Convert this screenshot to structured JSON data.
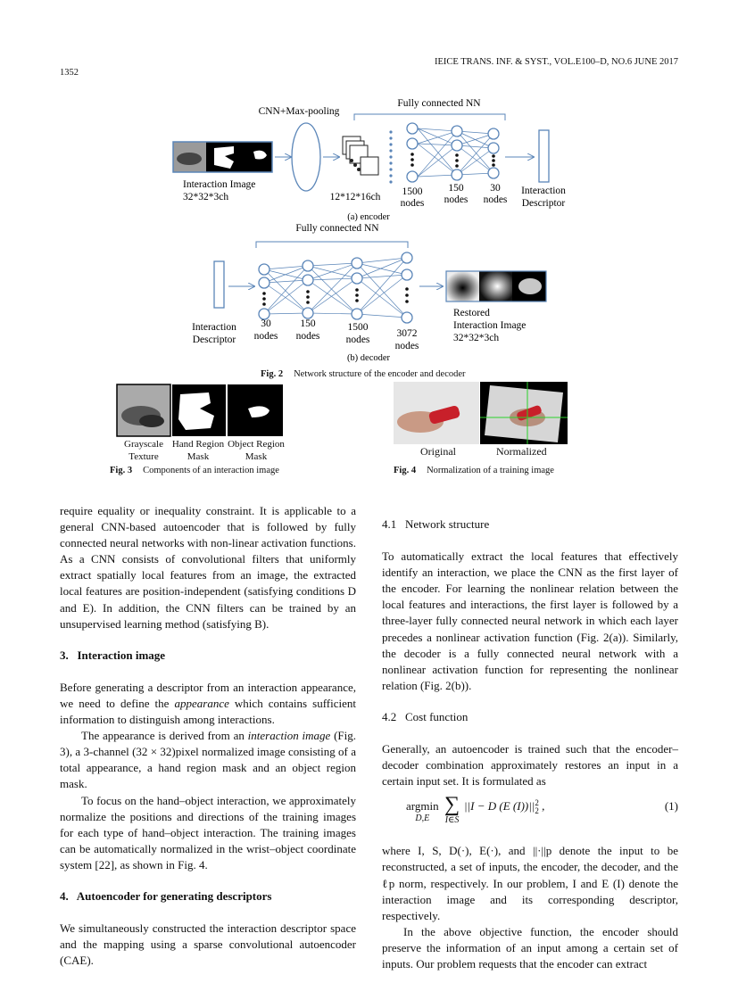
{
  "header": {
    "page_number": "1352",
    "journal": "IEICE TRANS. INF. & SYST., VOL.E100–D, NO.6 JUNE 2017"
  },
  "fig2": {
    "encoder": {
      "cnn_label": "CNN+Max-pooling",
      "fc_label": "Fully connected NN",
      "input_label": "Interaction Image",
      "input_size": "32*32*3ch",
      "feature_size": "12*12*16ch",
      "layers": [
        {
          "count": "1500",
          "unit": "nodes"
        },
        {
          "count": "150",
          "unit": "nodes"
        },
        {
          "count": "30",
          "unit": "nodes"
        }
      ],
      "output_label_1": "Interaction",
      "output_label_2": "Descriptor",
      "sublabel": "(a) encoder"
    },
    "decoder": {
      "fc_label": "Fully connected NN",
      "input_label_1": "Interaction",
      "input_label_2": "Descriptor",
      "layers": [
        {
          "count": "30",
          "unit": "nodes"
        },
        {
          "count": "150",
          "unit": "nodes"
        },
        {
          "count": "1500",
          "unit": "nodes"
        },
        {
          "count": "3072",
          "unit": "nodes"
        }
      ],
      "output_label_1": "Restored",
      "output_label_2": "Interaction Image",
      "output_size": "32*32*3ch",
      "sublabel": "(b) decoder"
    },
    "caption_label": "Fig. 2",
    "caption_text": "Network structure of the encoder and decoder"
  },
  "fig3": {
    "labels": [
      [
        "Grayscale",
        "Texture"
      ],
      [
        "Hand Region",
        "Mask"
      ],
      [
        "Object Region",
        "Mask"
      ]
    ],
    "caption_label": "Fig. 3",
    "caption_text": "Components of an interaction image"
  },
  "fig4": {
    "labels": [
      "Original",
      "Normalized"
    ],
    "caption_label": "Fig. 4",
    "caption_text": "Normalization of a training image"
  },
  "left_col": {
    "p1": "require equality or inequality constraint. It is applicable to a general CNN-based autoencoder that is followed by fully connected neural networks with non-linear activation functions. As a CNN consists of convolutional filters that uniformly extract spatially local features from an image, the extracted local features are position-independent (satisfying conditions D and E). In addition, the CNN filters can be trained by an unsupervised learning method (satisfying B).",
    "sec3": "3.  Interaction image",
    "p2a": "Before generating a descriptor from an interaction appearance, we need to define the ",
    "p2em": "appearance",
    "p2b": " which contains sufficient information to distinguish among interactions.",
    "p3a": "The appearance is derived from an ",
    "p3em": "interaction image",
    "p3b": " (Fig. 3), a 3-channel (32 × 32)pixel normalized image consisting of a total appearance, a hand region mask and an object region mask.",
    "p4": "To focus on the hand–object interaction, we approximately normalize the positions and directions of the training images for each type of hand–object interaction. The training images can be automatically normalized in the wrist–object coordinate system [22], as shown in Fig. 4.",
    "sec4": "4.  Autoencoder for generating descriptors",
    "p5": "We simultaneously constructed the interaction descriptor space and the mapping using a sparse convolutional autoencoder (CAE)."
  },
  "right_col": {
    "sub41": "4.1  Network structure",
    "p1": "To automatically extract the local features that effectively identify an interaction, we place the CNN as the first layer of the encoder. For learning the nonlinear relation between the local features and interactions, the first layer is followed by a three-layer fully connected neural network in which each layer precedes a nonlinear activation function (Fig. 2(a)). Similarly, the decoder is a fully connected neural network with a nonlinear activation function for representing the nonlinear relation (Fig. 2(b)).",
    "sub42": "4.2  Cost function",
    "p2": "Generally, an autoencoder is trained such that the encoder–decoder combination approximately restores an input in a certain input set. It is formulated as",
    "eq_argmin": "argmin",
    "eq_sub": "D,E",
    "eq_sum_sub": "I∈S",
    "eq_body": "||I − D (E (I))||",
    "eq_sup": "2",
    "eq_subsc": "2",
    "eq_tail": " ,",
    "eq_number": "(1)",
    "p3": "where I, S, D(·), E(·), and ||·||p denote the input to be reconstructed, a set of inputs, the encoder, the decoder, and the ℓp norm, respectively. In our problem, I and E (I) denote the interaction image and its corresponding descriptor, respectively.",
    "p4": "In the above objective function, the encoder should preserve the information of an input among a certain set of inputs. Our problem requests that the encoder can extract"
  }
}
